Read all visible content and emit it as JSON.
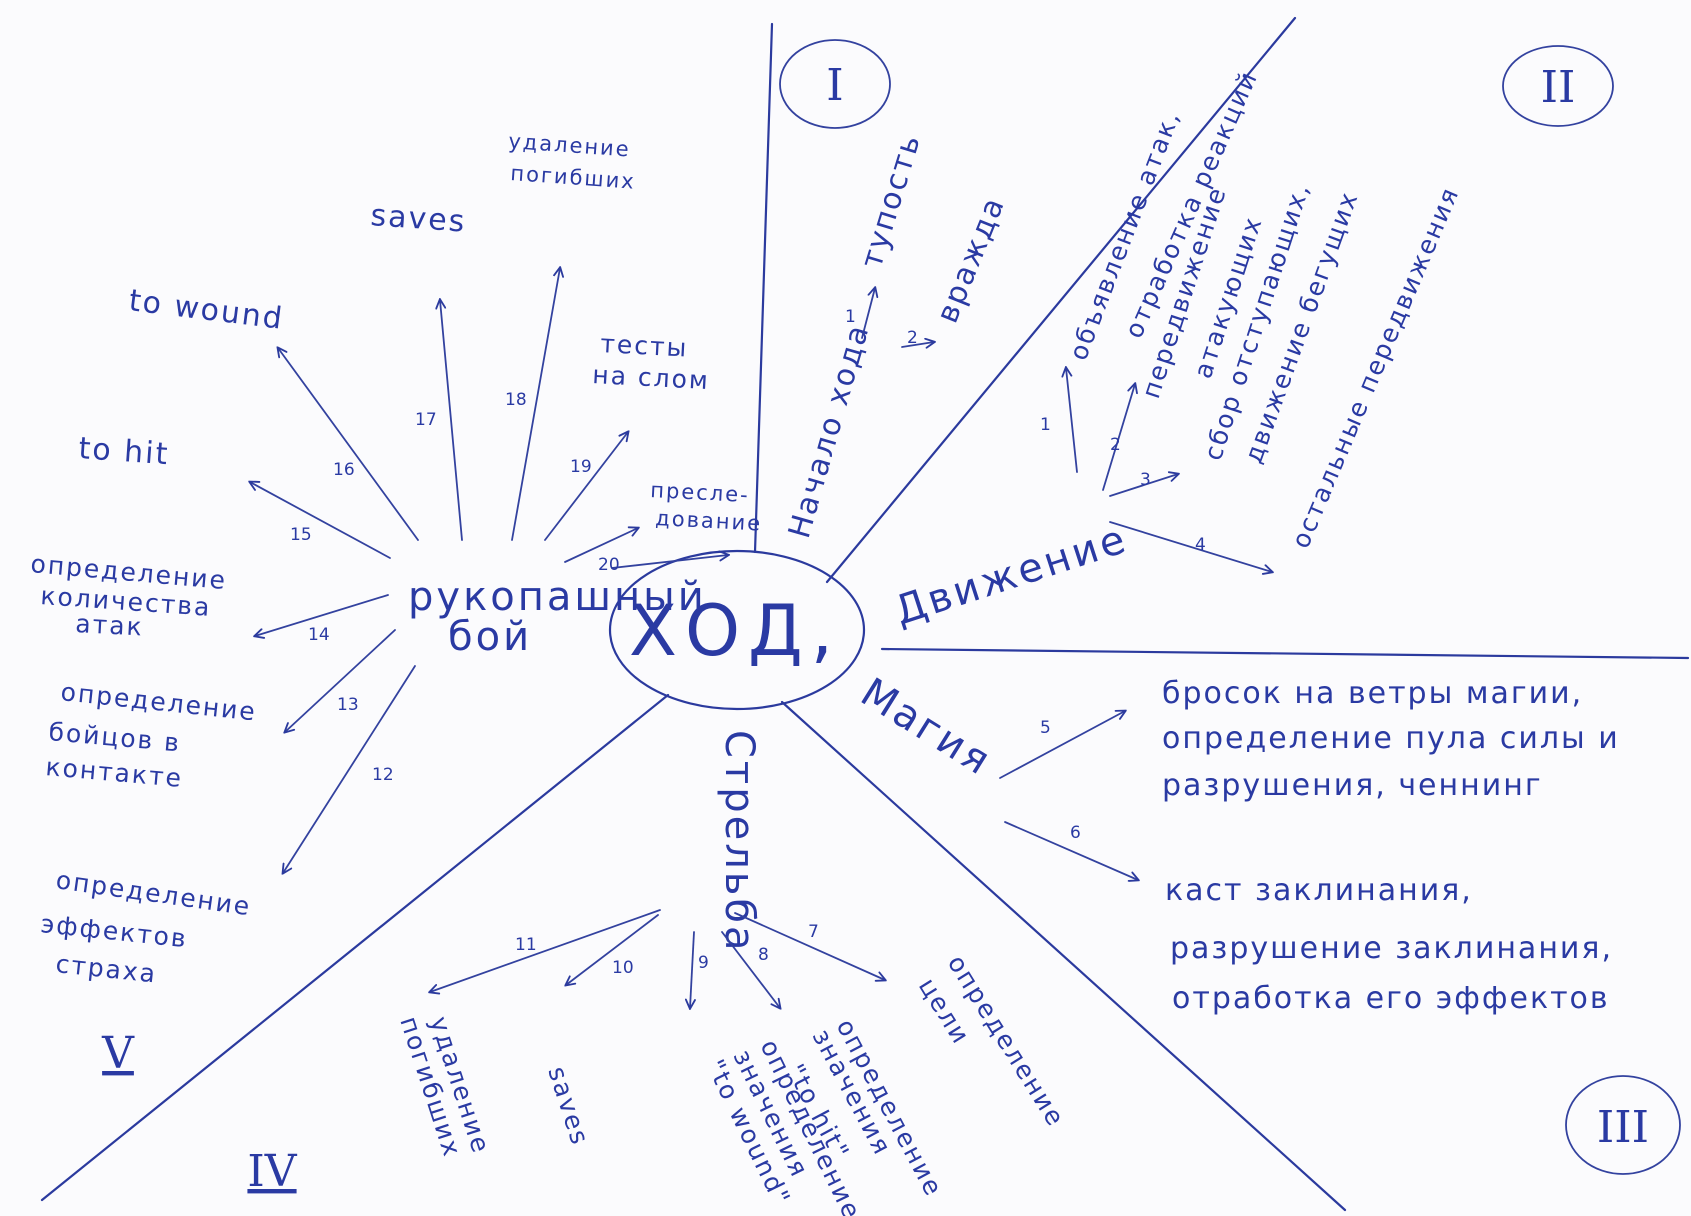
{
  "center": {
    "label": "ХОД,"
  },
  "sectors": {
    "one": {
      "roman": "I"
    },
    "two": {
      "roman": "II"
    },
    "three": {
      "roman": "III"
    },
    "four": {
      "roman": "IV"
    },
    "five": {
      "roman": "V"
    }
  },
  "start_of_turn": {
    "label": "Начало хода",
    "steps": [
      {
        "num": "1",
        "text": "тупость"
      },
      {
        "num": "2",
        "text": "вражда"
      }
    ]
  },
  "movement": {
    "label": "Движение",
    "steps": [
      {
        "num": "1",
        "lines": [
          "объявление атак,",
          "отработка реакций"
        ]
      },
      {
        "num": "2",
        "lines": [
          "передвижение",
          "атакующих"
        ]
      },
      {
        "num": "3",
        "lines": [
          "сбор отступающих,",
          "движение бегущих"
        ]
      },
      {
        "num": "4",
        "lines": [
          "остальные передвижения"
        ]
      }
    ]
  },
  "magic": {
    "label": "Магия",
    "steps": [
      {
        "num": "5",
        "lines": [
          "бросок на ветры магии,",
          "определение пула силы и",
          "разрушения, ченнинг"
        ]
      },
      {
        "num": "6",
        "lines": [
          "каст заклинания,",
          "разрушение заклинания,",
          "отработка его эффектов"
        ]
      }
    ]
  },
  "shooting": {
    "label": "Стрельба",
    "steps": [
      {
        "num": "7",
        "lines": [
          "определение",
          "цели"
        ]
      },
      {
        "num": "8",
        "lines": [
          "определение",
          "значения",
          "\"to hit\""
        ]
      },
      {
        "num": "9",
        "lines": [
          "определение",
          "значения",
          "\"to wound\""
        ]
      },
      {
        "num": "10",
        "lines": [
          "saves"
        ]
      },
      {
        "num": "11",
        "lines": [
          "удаление",
          "погибших"
        ]
      }
    ]
  },
  "close_combat": {
    "label_lines": [
      "рукопашный",
      "бой"
    ],
    "steps": [
      {
        "num": "12",
        "lines": [
          "определение",
          "эффектов",
          "страха"
        ]
      },
      {
        "num": "13",
        "lines": [
          "определение",
          "бойцов в",
          "контакте"
        ]
      },
      {
        "num": "14",
        "lines": [
          "определение",
          "количества",
          "атак"
        ]
      },
      {
        "num": "15",
        "lines": [
          "to hit"
        ]
      },
      {
        "num": "16",
        "lines": [
          "to wound"
        ]
      },
      {
        "num": "17",
        "lines": [
          "saves"
        ]
      },
      {
        "num": "18",
        "lines": [
          "удаление",
          "погибших"
        ]
      },
      {
        "num": "19",
        "lines": [
          "тесты",
          "на слом"
        ]
      },
      {
        "num": "20",
        "lines": [
          "пресле-",
          "дование"
        ]
      }
    ]
  },
  "colors": {
    "ink": "#2b3a9e",
    "paper": "#fbfbfd"
  }
}
